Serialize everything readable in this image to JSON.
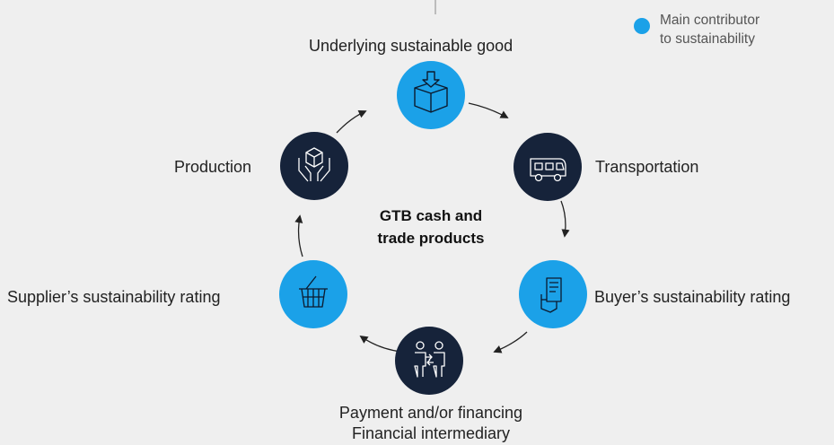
{
  "legend": {
    "label_line1": "Main contributor",
    "label_line2": "to sustainability",
    "color": "#1ba1e8"
  },
  "center": {
    "line1": "GTB cash and",
    "line2": "trade products"
  },
  "colors": {
    "contributor": "#1ba1e8",
    "other": "#16233a",
    "arrow": "#222222",
    "background": "#efefef"
  },
  "nodes": [
    {
      "id": "underlying-good",
      "label": "Underlying sustainable good",
      "main_contributor": true,
      "icon": "box-download-icon"
    },
    {
      "id": "transportation",
      "label": "Transportation",
      "main_contributor": false,
      "icon": "truck-icon"
    },
    {
      "id": "buyer-rating",
      "label": "Buyer’s sustainability rating",
      "main_contributor": true,
      "icon": "hand-document-icon"
    },
    {
      "id": "payment",
      "label_line1": "Payment and/or financing",
      "label_line2": "Financial intermediary",
      "main_contributor": false,
      "icon": "people-exchange-icon"
    },
    {
      "id": "supplier-rating",
      "label": "Supplier’s sustainability rating",
      "main_contributor": true,
      "icon": "shopping-basket-icon"
    },
    {
      "id": "production",
      "label": "Production",
      "main_contributor": false,
      "icon": "hands-cube-icon"
    }
  ]
}
